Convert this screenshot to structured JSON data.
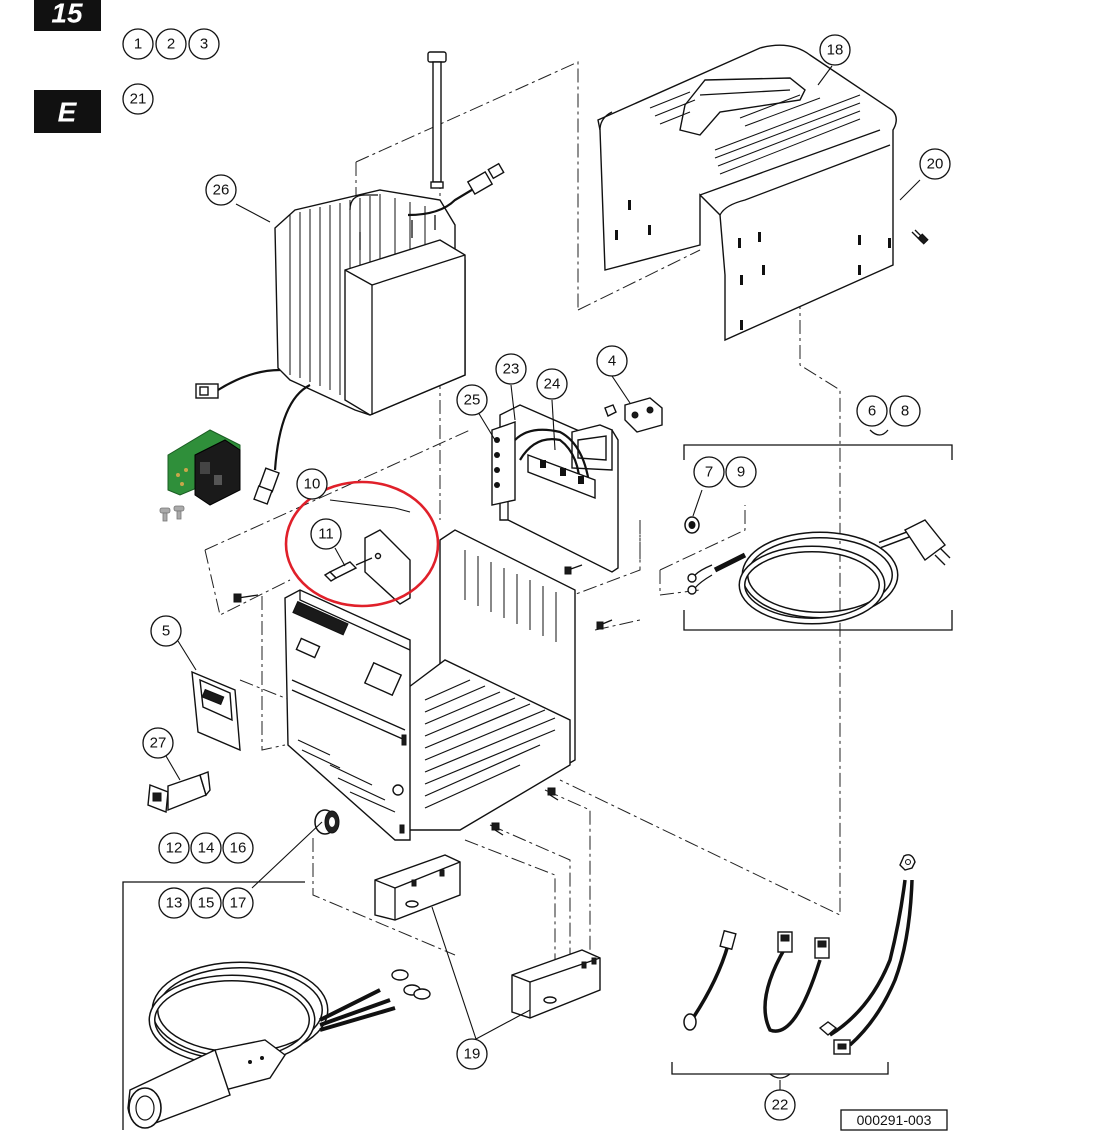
{
  "page": {
    "section_tab": "15",
    "variant_tab": "E",
    "drawing_code": "000291-003"
  },
  "callouts": [
    "1",
    "2",
    "3",
    "21",
    "26",
    "18",
    "20",
    "4",
    "23",
    "24",
    "25",
    "6",
    "8",
    "7",
    "9",
    "10",
    "11",
    "5",
    "27",
    "12",
    "14",
    "16",
    "13",
    "15",
    "17",
    "19",
    "22"
  ],
  "highlight": {
    "callout": "11",
    "color": "#e0202a"
  },
  "colors": {
    "pcb_green": "#2f8f3a",
    "ink": "#111111",
    "highlight": "#e0202a"
  }
}
